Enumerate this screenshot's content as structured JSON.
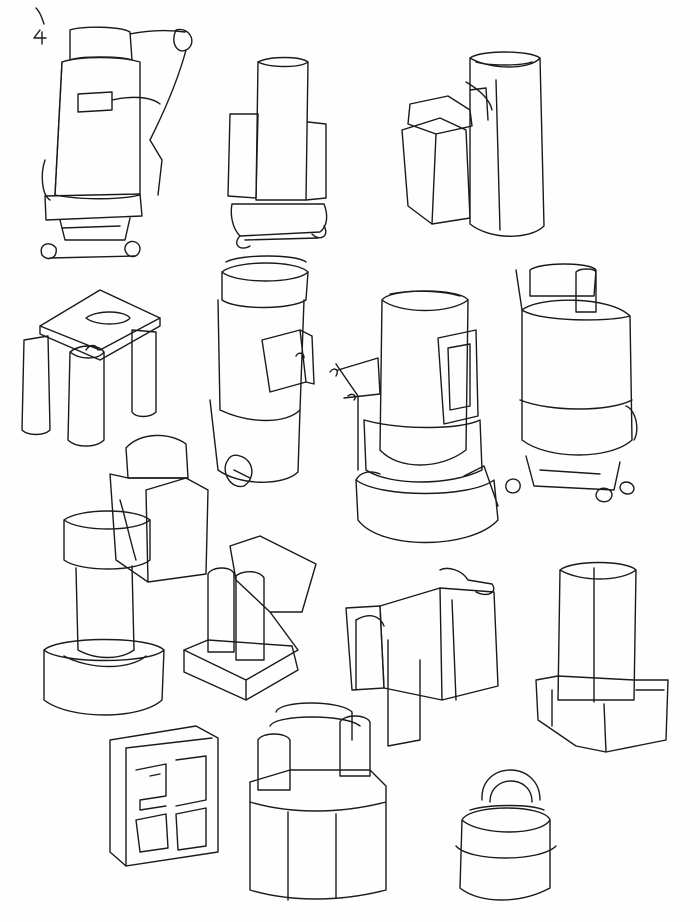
{
  "page": {
    "background": "#fefefe",
    "ink_color": "#1a1a1a",
    "handwritten_mark": "4"
  },
  "sketches": [
    "upright-vacuum-sketch",
    "twin-tank-sketch",
    "canister-with-box-sketch",
    "table-leg-sketch",
    "tall-drum-with-box-sketch",
    "large-drum-on-base-sketch",
    "drum-on-wheels-sketch",
    "seat-back-sketch",
    "pedestal-cylinder-sketch",
    "twin-cylinder-base-sketch",
    "frame-module-sketch",
    "tower-on-base-sketch",
    "square-panel-sketch",
    "handle-box-sketch",
    "small-handle-pot-sketch"
  ]
}
